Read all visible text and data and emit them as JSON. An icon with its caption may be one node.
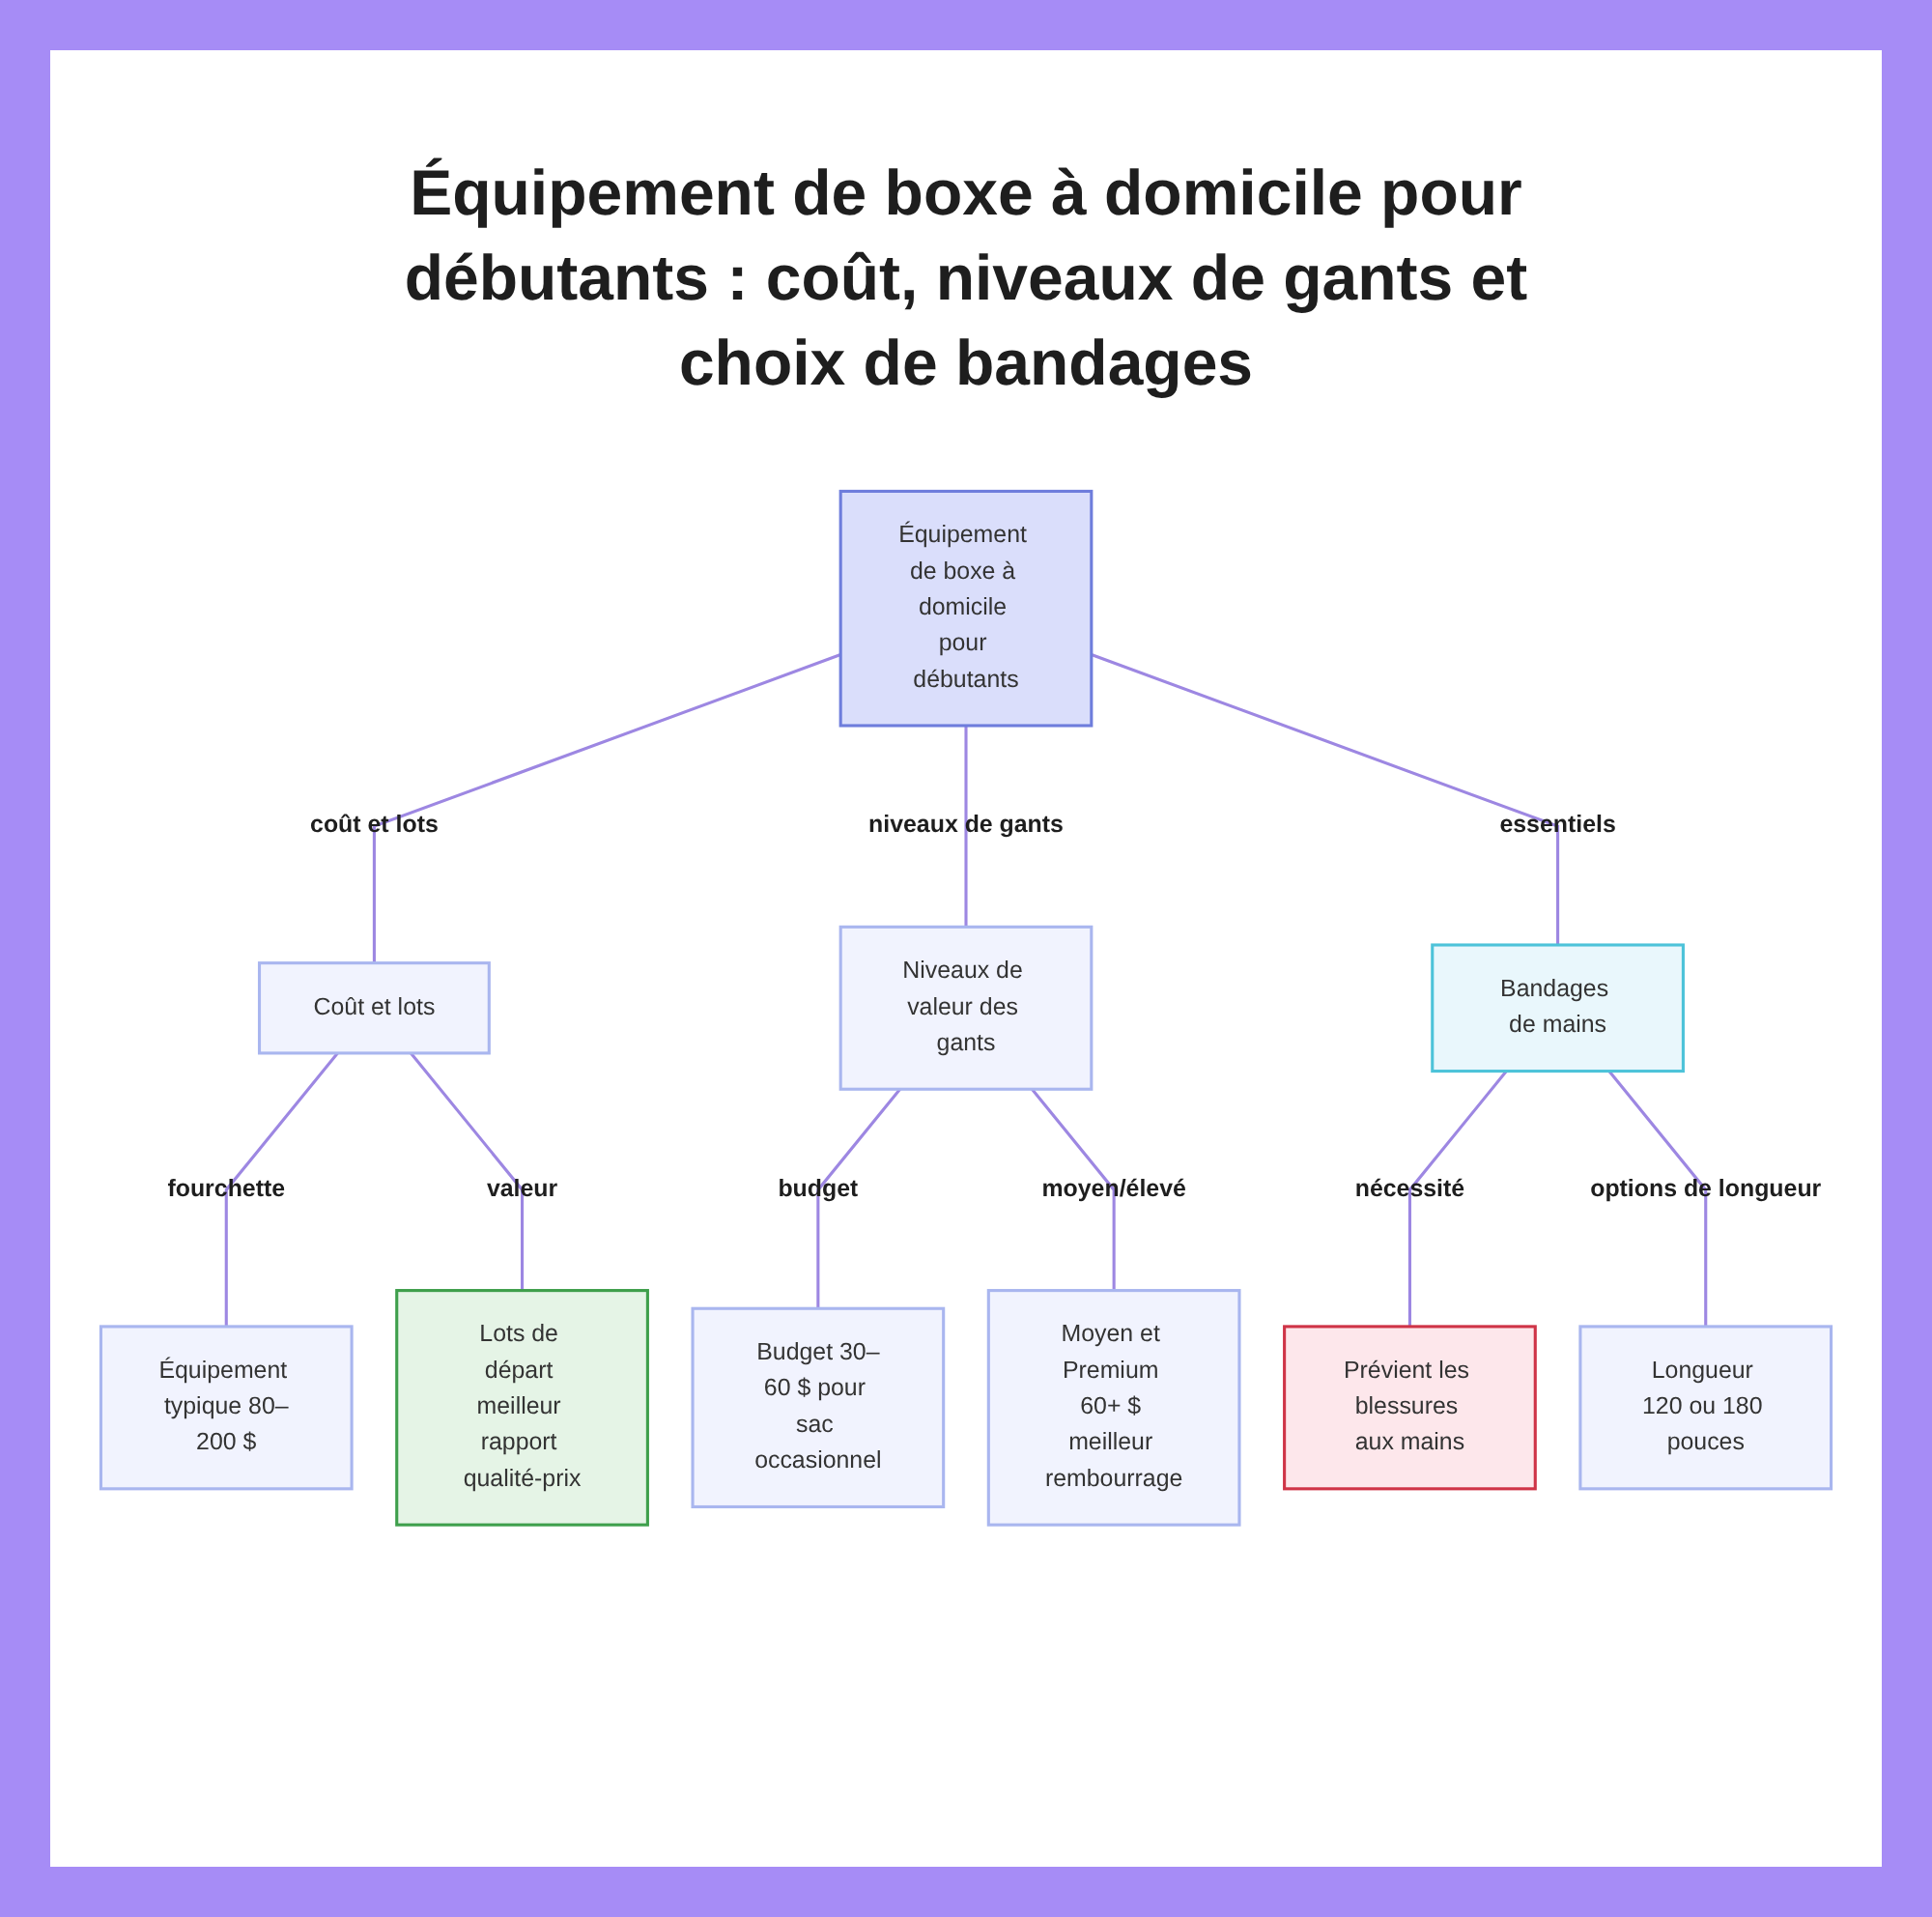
{
  "diagram": {
    "title": "Équipement de boxe à domicile pour débutants : coût, niveaux de gants et choix de bandages",
    "nodes": [
      {
        "text": [
          "Équipement de boxe à domicile pour débutants"
        ]
      },
      {
        "text": [
          "Coût et lots"
        ]
      },
      {
        "text": [
          "Niveaux de valeur des gants"
        ]
      },
      {
        "text": [
          "Bandages de mains"
        ]
      },
      {
        "text": [
          "Équipement typique 80–200 $"
        ]
      },
      {
        "text": [
          "Lots de départ meilleur rapport qualité-prix"
        ]
      },
      {
        "text": [
          "Budget 30–60 $ pour sac occasionnel"
        ]
      },
      {
        "text": [
          "Moyen et Premium 60+ $ meilleur rembourrage"
        ]
      },
      {
        "text": [
          "Prévient les blessures aux mains"
        ]
      },
      {
        "text": [
          "Longueur 120 ou 180 pouces"
        ]
      }
    ],
    "edges": [
      {
        "from": 0,
        "to": 1,
        "arrow": "none",
        "label": "coût et lots"
      },
      {
        "from": 0,
        "to": 2,
        "arrow": "none",
        "label": "niveaux de gants"
      },
      {
        "from": 0,
        "to": 3,
        "arrow": "none",
        "label": "essentiels"
      },
      {
        "from": 1,
        "to": 4,
        "arrow": "none",
        "label": "fourchette"
      },
      {
        "from": 1,
        "to": 5,
        "arrow": "none",
        "label": "valeur"
      },
      {
        "from": 2,
        "to": 6,
        "arrow": "none",
        "label": "budget"
      },
      {
        "from": 2,
        "to": 7,
        "arrow": "none",
        "label": "moyen/élevé"
      },
      {
        "from": 3,
        "to": 8,
        "arrow": "none",
        "label": "nécessité"
      },
      {
        "from": 3,
        "to": 9,
        "arrow": "none",
        "label": "options de longueur"
      }
    ]
  }
}
